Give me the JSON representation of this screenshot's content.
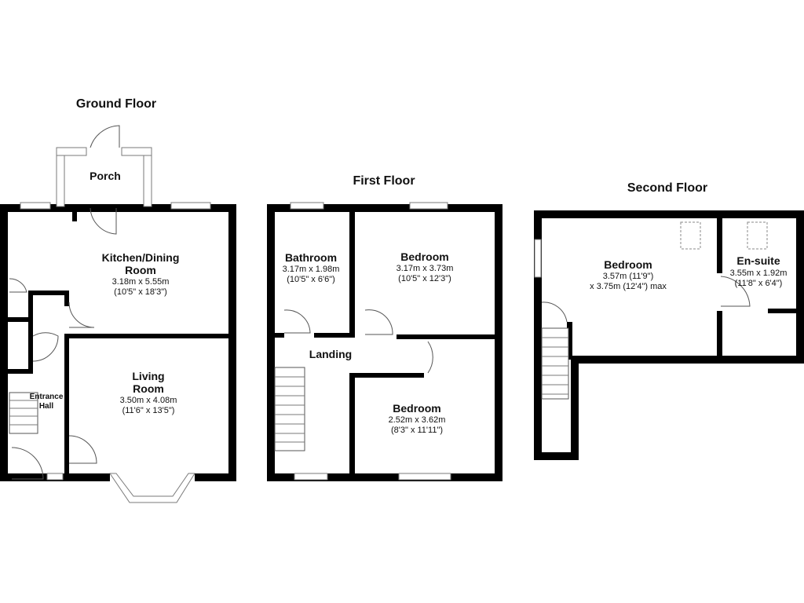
{
  "floors": {
    "ground": {
      "title": "Ground Floor",
      "rooms": {
        "porch": {
          "name": "Porch"
        },
        "kitchen": {
          "name_line1": "Kitchen/Dining",
          "name_line2": "Room",
          "metric": "3.18m x 5.55m",
          "imperial": "(10'5\" x 18'3\")"
        },
        "living": {
          "name_line1": "Living",
          "name_line2": "Room",
          "metric": "3.50m x 4.08m",
          "imperial": "(11'6\" x 13'5\")"
        },
        "hall": {
          "name_line1": "Entrance",
          "name_line2": "Hall"
        }
      }
    },
    "first": {
      "title": "First Floor",
      "rooms": {
        "bathroom": {
          "name": "Bathroom",
          "metric": "3.17m x 1.98m",
          "imperial": "(10'5\" x 6'6\")"
        },
        "bedroom_front": {
          "name": "Bedroom",
          "metric": "3.17m x 3.73m",
          "imperial": "(10'5\" x 12'3\")"
        },
        "landing": {
          "name": "Landing"
        },
        "bedroom_rear": {
          "name": "Bedroom",
          "metric": "2.52m x 3.62m",
          "imperial": "(8'3\" x 11'11\")"
        }
      }
    },
    "second": {
      "title": "Second Floor",
      "rooms": {
        "bedroom": {
          "name": "Bedroom",
          "dim_line1": "3.57m (11'9\")",
          "dim_line2": "x 3.75m (12'4\") max"
        },
        "ensuite": {
          "name": "En-suite",
          "metric": "3.55m x 1.92m",
          "imperial": "(11'8\" x 6'4\")"
        }
      }
    }
  }
}
